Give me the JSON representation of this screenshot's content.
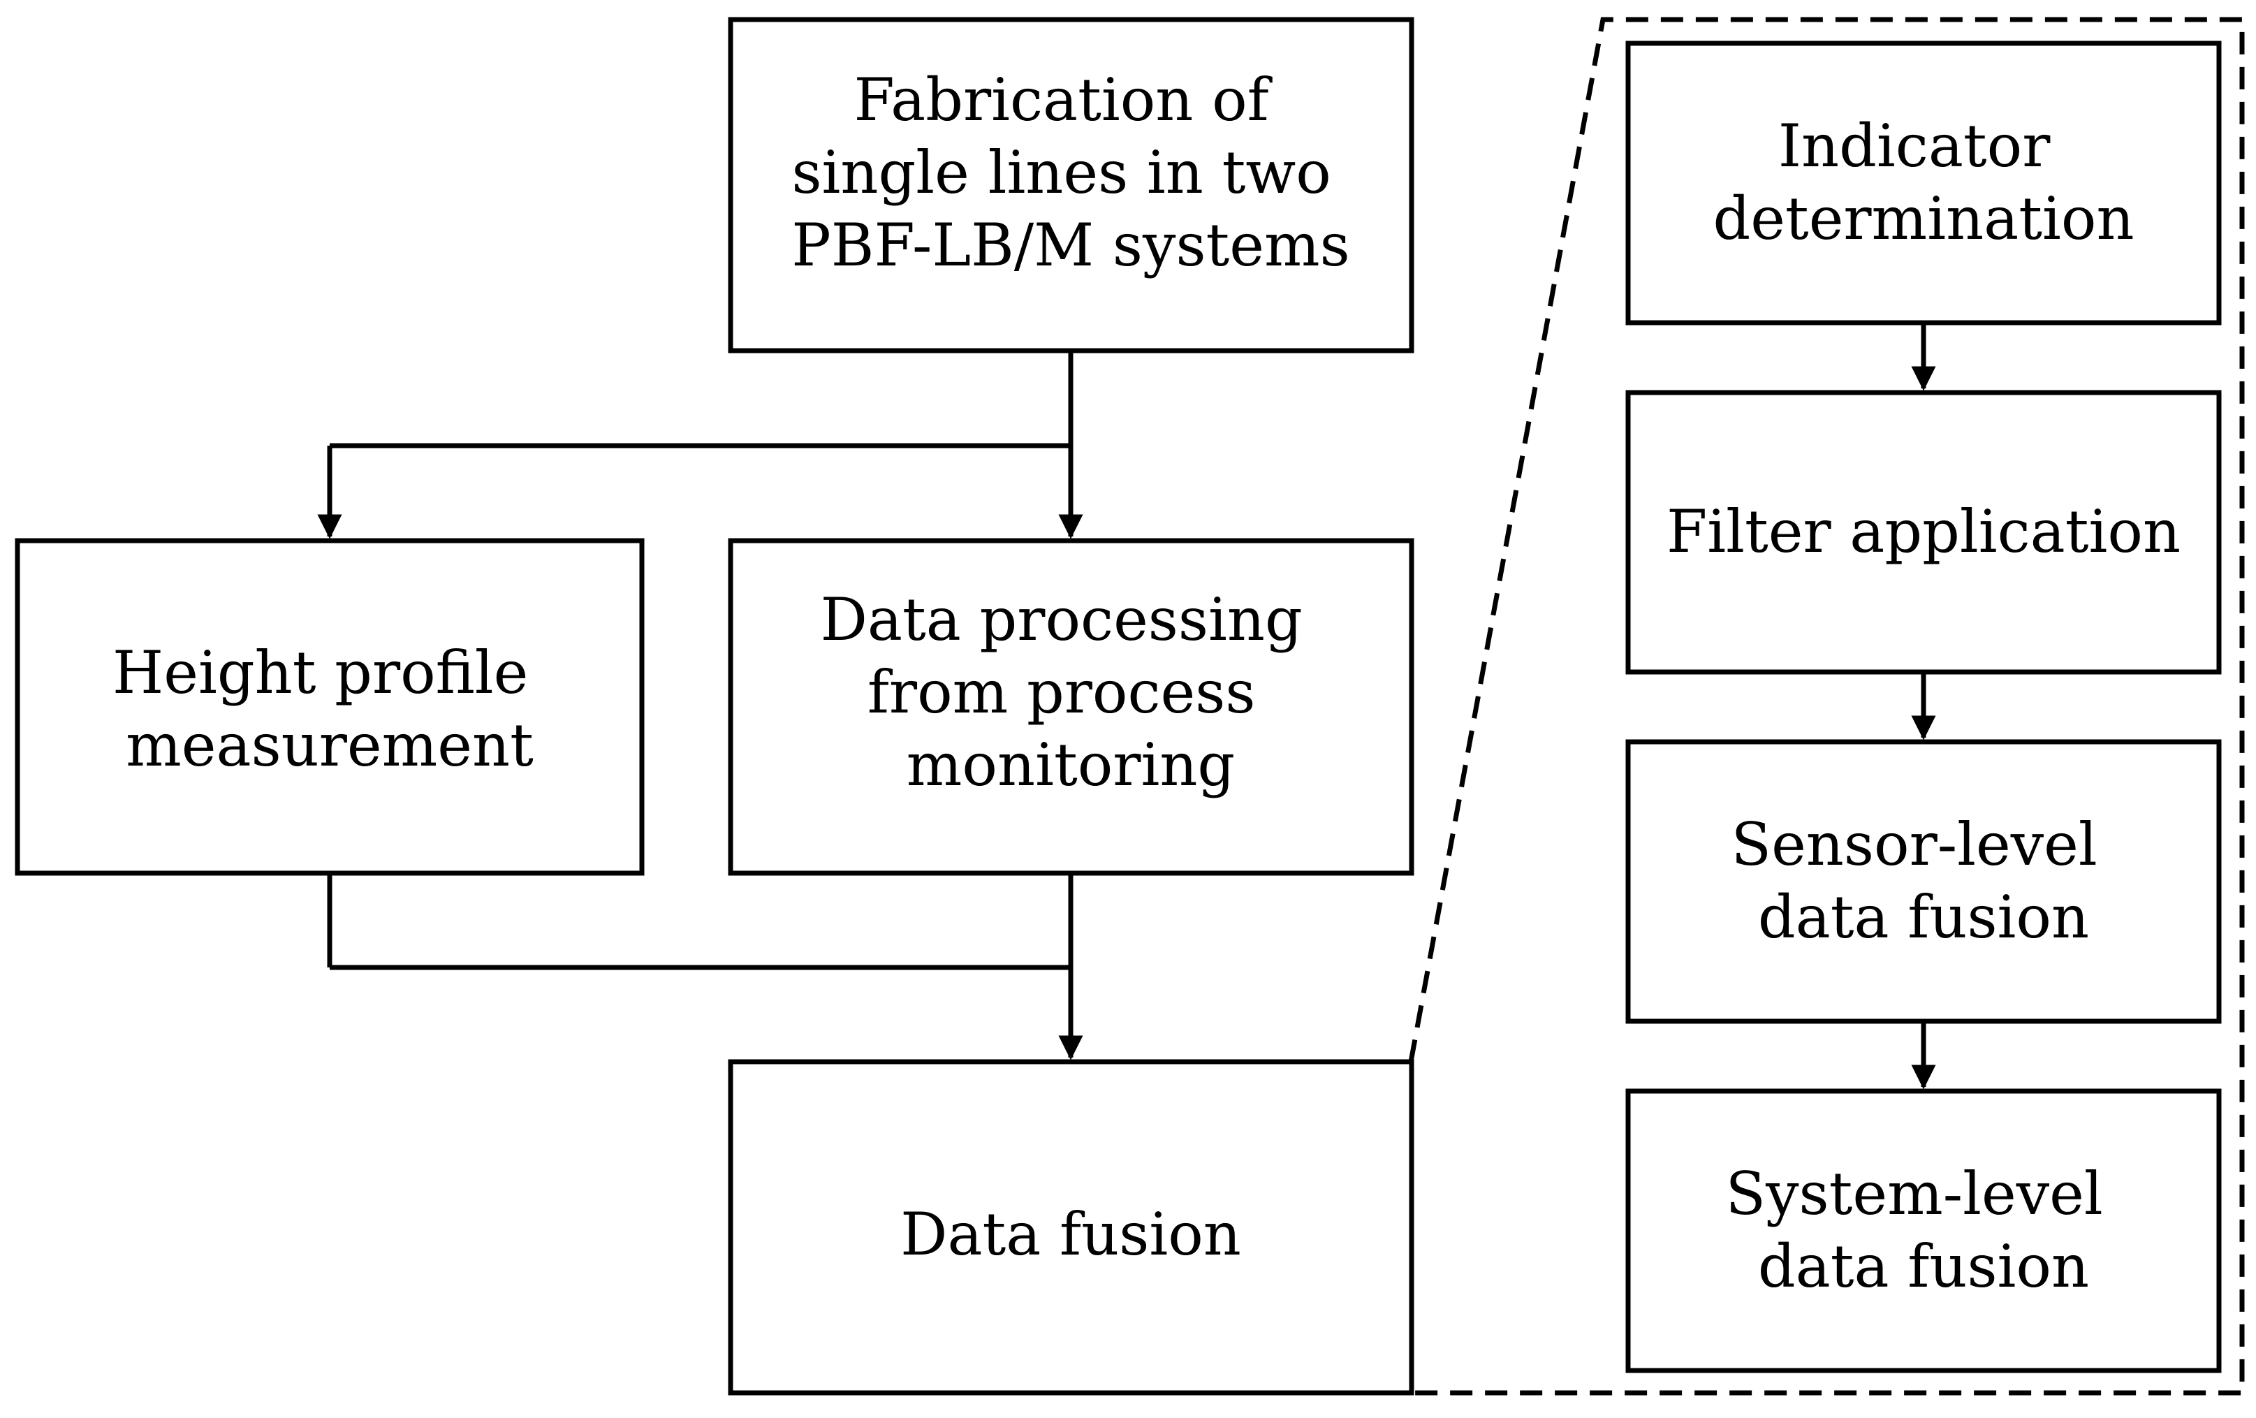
{
  "boxes": {
    "fabrication": [
      "Fabrication of",
      "single lines in two",
      "PBF-LB/M systems"
    ],
    "height_profile": [
      "Height profile",
      "measurement"
    ],
    "data_processing": [
      "Data processing",
      "from process",
      "monitoring"
    ],
    "data_fusion": [
      "Data fusion"
    ],
    "indicator": [
      "Indicator",
      "determination"
    ],
    "filter": [
      "Filter application"
    ],
    "sensor_fusion": [
      "Sensor-level",
      "data fusion"
    ],
    "system_fusion": [
      "System-level",
      "data fusion"
    ]
  },
  "colors": {
    "stroke": "#000000",
    "background": "#ffffff"
  }
}
